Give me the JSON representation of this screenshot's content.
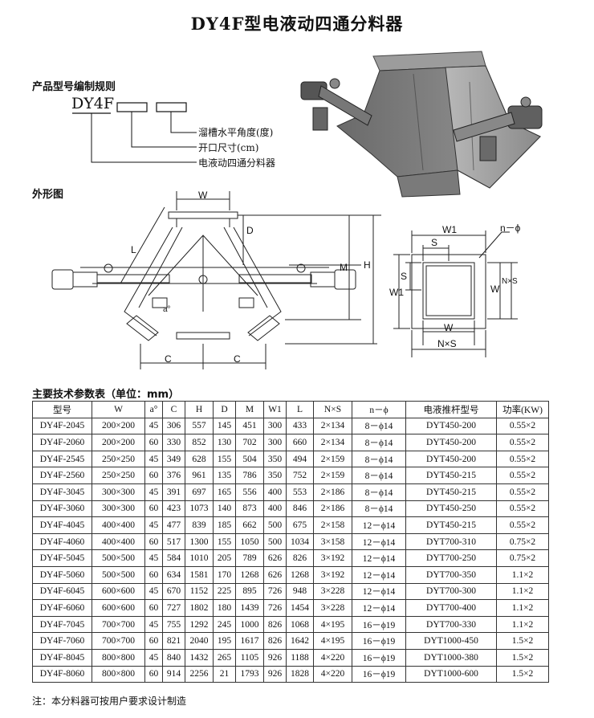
{
  "title": "DY4F型电液动四通分料器",
  "code_rule": {
    "heading": "产品型号编制规则",
    "model": "DY4F",
    "labels": [
      "溜槽水平角度(度)",
      "开口尺寸(cm)",
      "电液动四通分料器"
    ]
  },
  "outline": {
    "heading": "外形图",
    "front_labels": {
      "w": "W",
      "d": "D",
      "m": "M",
      "h": "H",
      "l": "L",
      "angle": "a°",
      "c_left": "C",
      "c_right": "C"
    },
    "plan_labels": {
      "w1_top": "W1",
      "s_top": "S",
      "n_phi": "n－ϕ",
      "s_left": "S",
      "w1_left": "W1",
      "w_right": "W",
      "nxs_right": "N×S",
      "w_bottom": "W",
      "nxs_bottom": "N×S"
    }
  },
  "table": {
    "heading": "主要技术参数表（单位：mm）",
    "columns": [
      "型号",
      "W",
      "a°",
      "C",
      "H",
      "D",
      "M",
      "W1",
      "L",
      "N×S",
      "n－ϕ",
      "电液推杆型号",
      "功率(KW)"
    ],
    "rows": [
      [
        "DY4F-2045",
        "200×200",
        "45",
        "306",
        "557",
        "145",
        "451",
        "300",
        "433",
        "2×134",
        "8－ϕ14",
        "DYT450-200",
        "0.55×2"
      ],
      [
        "DY4F-2060",
        "200×200",
        "60",
        "330",
        "852",
        "130",
        "702",
        "300",
        "660",
        "2×134",
        "8－ϕ14",
        "DYT450-200",
        "0.55×2"
      ],
      [
        "DY4F-2545",
        "250×250",
        "45",
        "349",
        "628",
        "155",
        "504",
        "350",
        "494",
        "2×159",
        "8－ϕ14",
        "DYT450-200",
        "0.55×2"
      ],
      [
        "DY4F-2560",
        "250×250",
        "60",
        "376",
        "961",
        "135",
        "786",
        "350",
        "752",
        "2×159",
        "8－ϕ14",
        "DYT450-215",
        "0.55×2"
      ],
      [
        "DY4F-3045",
        "300×300",
        "45",
        "391",
        "697",
        "165",
        "556",
        "400",
        "553",
        "2×186",
        "8－ϕ14",
        "DYT450-215",
        "0.55×2"
      ],
      [
        "DY4F-3060",
        "300×300",
        "60",
        "423",
        "1073",
        "140",
        "873",
        "400",
        "846",
        "2×186",
        "8－ϕ14",
        "DYT450-250",
        "0.55×2"
      ],
      [
        "DY4F-4045",
        "400×400",
        "45",
        "477",
        "839",
        "185",
        "662",
        "500",
        "675",
        "2×158",
        "12－ϕ14",
        "DYT450-215",
        "0.55×2"
      ],
      [
        "DY4F-4060",
        "400×400",
        "60",
        "517",
        "1300",
        "155",
        "1050",
        "500",
        "1034",
        "3×158",
        "12－ϕ14",
        "DYT700-310",
        "0.75×2"
      ],
      [
        "DY4F-5045",
        "500×500",
        "45",
        "584",
        "1010",
        "205",
        "789",
        "626",
        "826",
        "3×192",
        "12－ϕ14",
        "DYT700-250",
        "0.75×2"
      ],
      [
        "DY4F-5060",
        "500×500",
        "60",
        "634",
        "1581",
        "170",
        "1268",
        "626",
        "1268",
        "3×192",
        "12－ϕ14",
        "DYT700-350",
        "1.1×2"
      ],
      [
        "DY4F-6045",
        "600×600",
        "45",
        "670",
        "1152",
        "225",
        "895",
        "726",
        "948",
        "3×228",
        "12－ϕ14",
        "DYT700-300",
        "1.1×2"
      ],
      [
        "DY4F-6060",
        "600×600",
        "60",
        "727",
        "1802",
        "180",
        "1439",
        "726",
        "1454",
        "3×228",
        "12－ϕ14",
        "DYT700-400",
        "1.1×2"
      ],
      [
        "DY4F-7045",
        "700×700",
        "45",
        "755",
        "1292",
        "245",
        "1000",
        "826",
        "1068",
        "4×195",
        "16－ϕ19",
        "DYT700-330",
        "1.1×2"
      ],
      [
        "DY4F-7060",
        "700×700",
        "60",
        "821",
        "2040",
        "195",
        "1617",
        "826",
        "1642",
        "4×195",
        "16－ϕ19",
        "DYT1000-450",
        "1.5×2"
      ],
      [
        "DY4F-8045",
        "800×800",
        "45",
        "840",
        "1432",
        "265",
        "1105",
        "926",
        "1188",
        "4×220",
        "16－ϕ19",
        "DYT1000-380",
        "1.5×2"
      ],
      [
        "DY4F-8060",
        "800×800",
        "60",
        "914",
        "2256",
        "21",
        "1793",
        "926",
        "1828",
        "4×220",
        "16－ϕ19",
        "DYT1000-600",
        "1.5×2"
      ]
    ]
  },
  "note": "注：本分料器可按用户要求设计制造"
}
